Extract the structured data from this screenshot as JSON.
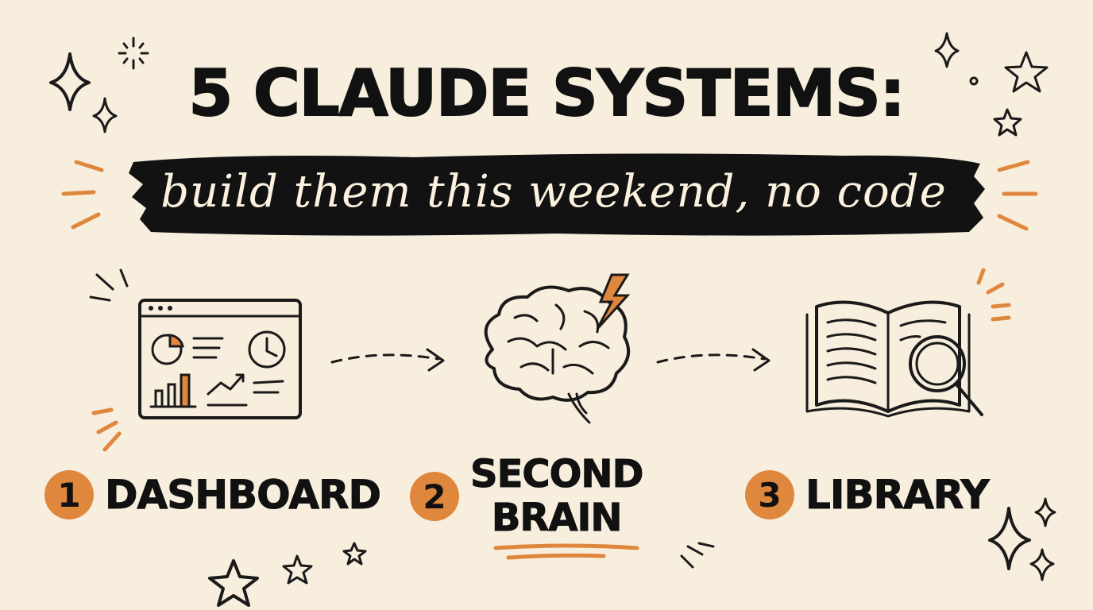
{
  "title": "5 CLAUDE SYSTEMS:",
  "subtitle": "build them this weekend, no code",
  "items": [
    {
      "number": "1",
      "label": "DASHBOARD"
    },
    {
      "number": "2",
      "label_line1": "SECOND",
      "label_line2": "BRAIN"
    },
    {
      "number": "3",
      "label": "LIBRARY"
    }
  ],
  "icons": {
    "dashboard": "dashboard-window-icon",
    "brain": "brain-lightning-icon",
    "book": "book-magnifier-icon"
  },
  "colors": {
    "background": "#f7eedd",
    "accent": "#e0873e",
    "ink": "#111111",
    "banner_text": "#fbf1de"
  }
}
